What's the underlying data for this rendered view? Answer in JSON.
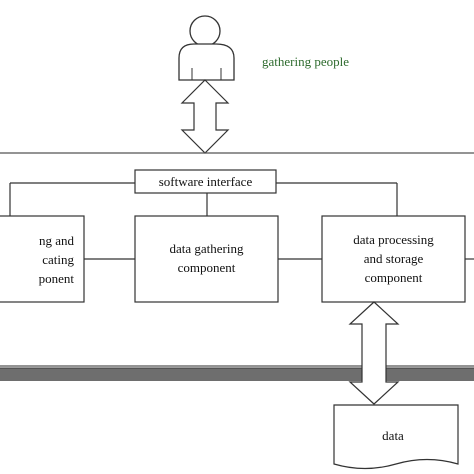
{
  "actor": {
    "label": "gathering people"
  },
  "interface": {
    "label": "software interface"
  },
  "components": {
    "left": {
      "lines": [
        "ng and",
        "cating",
        "ponent"
      ]
    },
    "center": {
      "lines": [
        "data gathering",
        "component"
      ]
    },
    "right": {
      "lines": [
        "data processing",
        "and storage",
        "component"
      ]
    }
  },
  "data_store": {
    "label": "data"
  },
  "colors": {
    "line": "#333333",
    "caption": "#2e6b2e",
    "frame": "#555555",
    "bar": "#6e6e6e"
  }
}
